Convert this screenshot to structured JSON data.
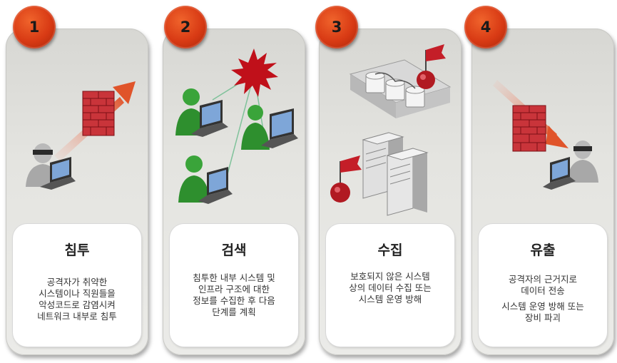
{
  "steps": [
    {
      "number": "1",
      "title": "침투",
      "lines": [
        "공격자가 취약한",
        "시스템이나 직원들을",
        "악성코드로 감염시켜",
        "네트워크 내부로 침투"
      ]
    },
    {
      "number": "2",
      "title": "검색",
      "lines": [
        "침투한 내부 시스템 및",
        "인프라 구조에 대한",
        "정보를 수집한 후 다음",
        "단계를 계획"
      ]
    },
    {
      "number": "3",
      "title": "수집",
      "lines": [
        "보호되지 않은 시스템",
        "상의 데이터 수집 또는",
        "시스템 운영 방해"
      ]
    },
    {
      "number": "4",
      "title": "유출",
      "lines": [
        "공격자의 근거지로",
        "데이터 전송"
      ],
      "lines2": [
        "시스템 운영 방해 또는",
        "장비 파괴"
      ]
    }
  ],
  "colors": {
    "badge": "#d83a14",
    "firewall_brick": "#b8222a",
    "arrow": "#e0542a",
    "user_green": "#3aa43a",
    "burst_red": "#c0101a",
    "flag_red": "#c41e28"
  },
  "icons": [
    "firewall-icon",
    "attacker-icon",
    "laptop-icon",
    "user-icon",
    "burst-icon",
    "database-icon",
    "server-icon",
    "flag-pin-icon",
    "arrow-icon"
  ]
}
